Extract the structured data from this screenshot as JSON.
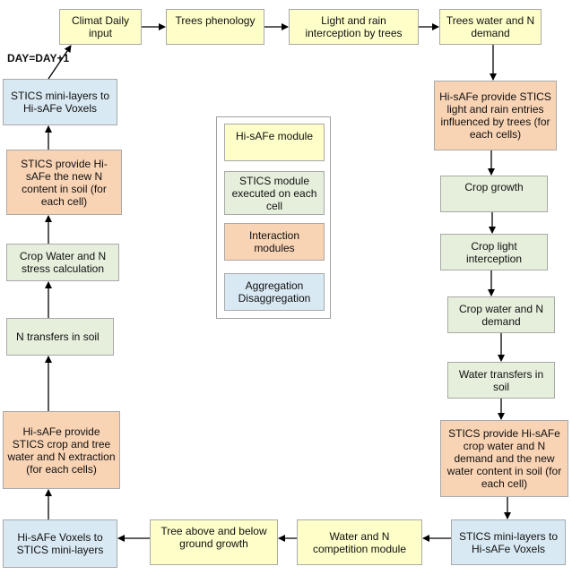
{
  "boxes": {
    "climat_daily_input": "Climat Daily input",
    "trees_phenology": "Trees phenology",
    "light_rain_interception": "Light and rain interception by trees",
    "trees_water_n_demand": "Trees water and N demand",
    "hisafe_light_rain_entries": "Hi-sAFe provide STICS light and rain entries influenced by trees (for each cells)",
    "crop_growth": "Crop growth",
    "crop_light_interception": "Crop light interception",
    "crop_water_n_demand": "Crop water and N demand",
    "water_transfers_soil": "Water transfers in soil",
    "stics_provide_crop_water": "STICS provide Hi-sAFe crop water and N demand and the new water content in soil (for each cell)",
    "stics_minilayers_to_voxels_bottom": "STICS mini-layers to Hi-sAFe Voxels",
    "water_n_competition": "Water and N competition module",
    "tree_above_below_growth": "Tree above and below ground growth",
    "voxels_to_minilayers": "Hi-sAFe Voxels to STICS mini-layers",
    "hisafe_provide_extraction": "Hi-sAFe provide STICS crop and tree water and N extraction (for each cells)",
    "n_transfers_soil": "N transfers in soil",
    "crop_water_n_stress": "Crop Water and N stress calculation",
    "stics_provide_n_content": "STICS provide Hi-sAFe the new N content in soil (for each cell)",
    "stics_minilayers_to_voxels_top": "STICS mini-layers to Hi-sAFe Voxels"
  },
  "day_label": "DAY=DAY+1",
  "legend": {
    "hisafe_module": "Hi-sAFe module",
    "stics_module": "STICS module executed on each cell",
    "interaction_modules": "Interaction modules",
    "aggregation": "Aggregation Disaggregation"
  },
  "colors": {
    "hisafe": "#fefec9",
    "stics": "#e5efdb",
    "interaction": "#f8d3b4",
    "aggregation": "#d9e9f3"
  }
}
